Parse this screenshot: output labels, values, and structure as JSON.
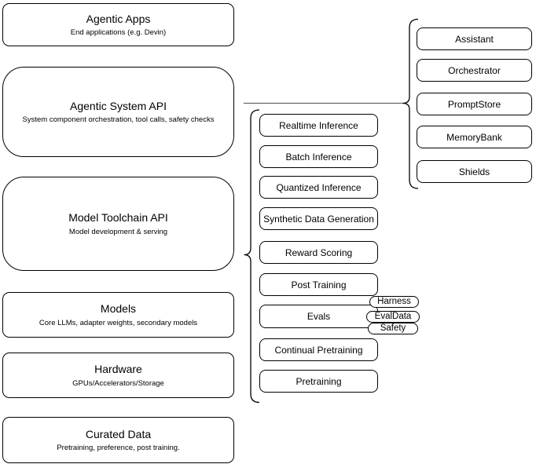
{
  "diagram": {
    "stack": [
      {
        "title": "Agentic Apps",
        "subtitle": "End applications (e.g. Devin)"
      },
      {
        "title": "Agentic System API",
        "subtitle": "System component orchestration, tool calls, safety checks"
      },
      {
        "title": "Model Toolchain API",
        "subtitle": "Model development & serving"
      },
      {
        "title": "Models",
        "subtitle": "Core LLMs, adapter weights, secondary models"
      },
      {
        "title": "Hardware",
        "subtitle": "GPUs/Accelerators/Storage"
      },
      {
        "title": "Curated Data",
        "subtitle": "Pretraining, preference, post training."
      }
    ],
    "toolchain_services": [
      "Realtime Inference",
      "Batch Inference",
      "Quantized Inference",
      "Synthetic Data Generation",
      "Reward Scoring",
      "Post Training",
      "Evals",
      "Continual Pretraining",
      "Pretraining"
    ],
    "evals_tags": [
      "Harness",
      "EvalData",
      "Safety"
    ],
    "system_components": [
      "Assistant",
      "Orchestrator",
      "PromptStore",
      "MemoryBank",
      "Shields"
    ],
    "colors": {
      "stroke": "#000000",
      "fill": "#ffffff",
      "background": "#ffffff",
      "text": "#000000",
      "connector": "#666666"
    }
  }
}
